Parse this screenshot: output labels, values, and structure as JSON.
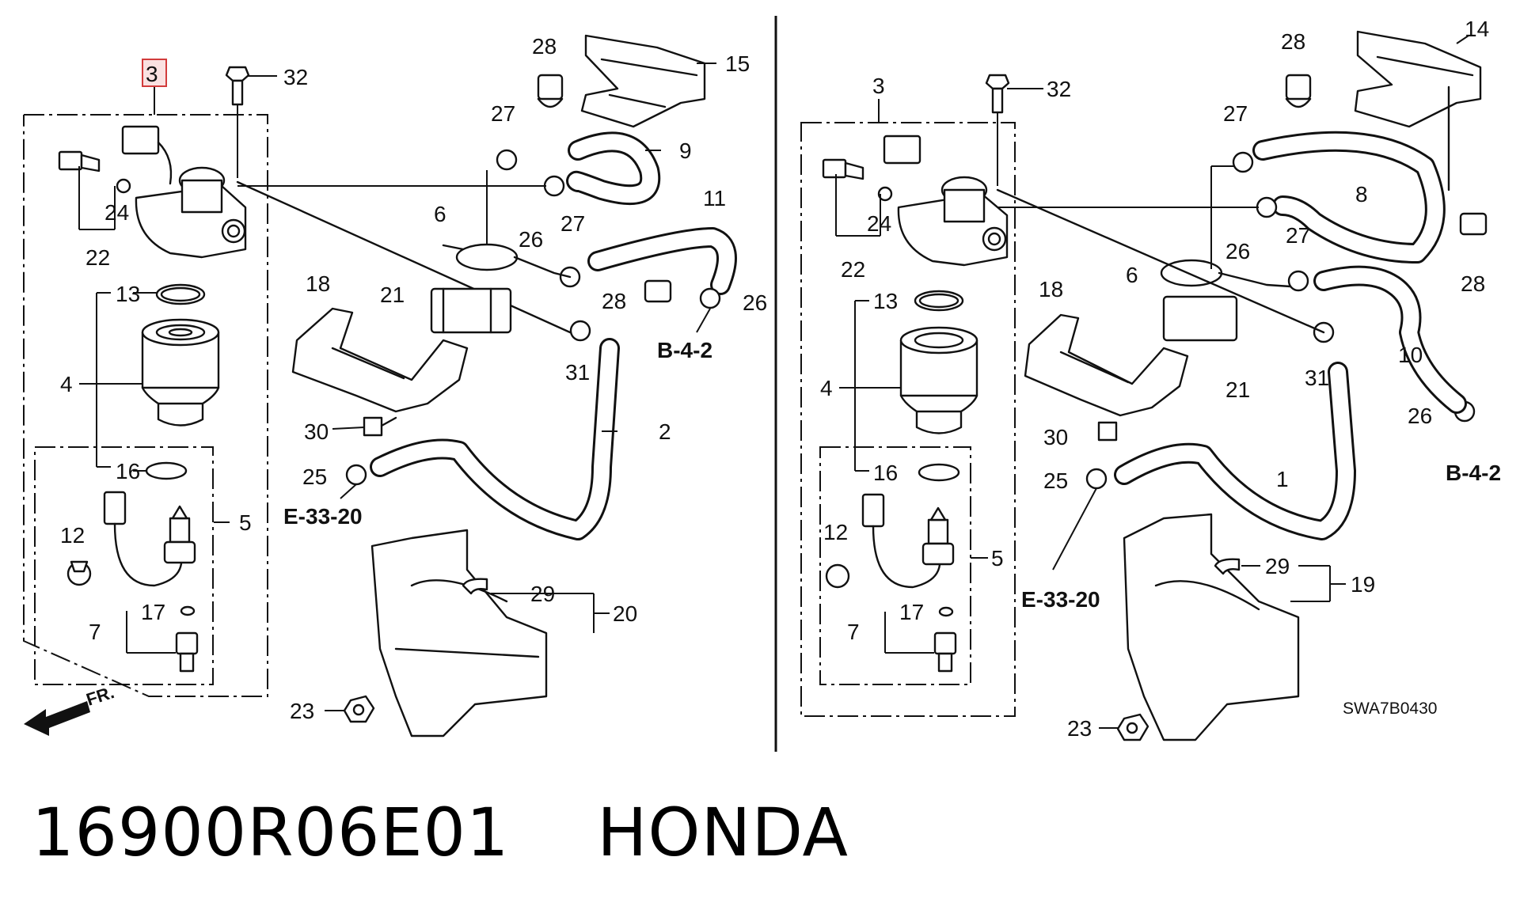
{
  "left_panel": {
    "highlighted_callout": "3",
    "callouts": {
      "c3": "3",
      "c32": "32",
      "c24": "24",
      "c22": "22",
      "c13": "13",
      "c4": "4",
      "c16": "16",
      "c5": "5",
      "c12": "12",
      "c17": "17",
      "c7": "7",
      "c28a": "28",
      "c27a": "27",
      "c15": "15",
      "c9": "9",
      "c6": "6",
      "c26a": "26",
      "c27b": "27",
      "c11": "11",
      "c21": "21",
      "c28b": "28",
      "c26b": "26",
      "c18": "18",
      "c31": "31",
      "c2": "2",
      "c30": "30",
      "c25": "25",
      "c29": "29",
      "c20": "20",
      "c23": "23"
    },
    "refs": {
      "b42": "B-4-2",
      "e3320": "E-33-20"
    },
    "front_arrow": "FR."
  },
  "right_panel": {
    "callouts": {
      "c28a": "28",
      "c14": "14",
      "c3": "3",
      "c32": "32",
      "c27a": "27",
      "c8": "8",
      "c24": "24",
      "c22": "22",
      "c26a": "26",
      "c27b": "27",
      "c28b": "28",
      "c6": "6",
      "c18": "18",
      "c13": "13",
      "c21": "21",
      "c31": "31",
      "c10": "10",
      "c4": "4",
      "c26b": "26",
      "c30": "30",
      "c16": "16",
      "c25": "25",
      "c1": "1",
      "c12": "12",
      "c5": "5",
      "c29": "29",
      "c19": "19",
      "c17": "17",
      "c7": "7",
      "c23": "23"
    },
    "refs": {
      "b42": "B-4-2",
      "e3320": "E-33-20"
    },
    "diagram_code": "SWA7B0430"
  },
  "caption": "16900R06E01    HONDA"
}
